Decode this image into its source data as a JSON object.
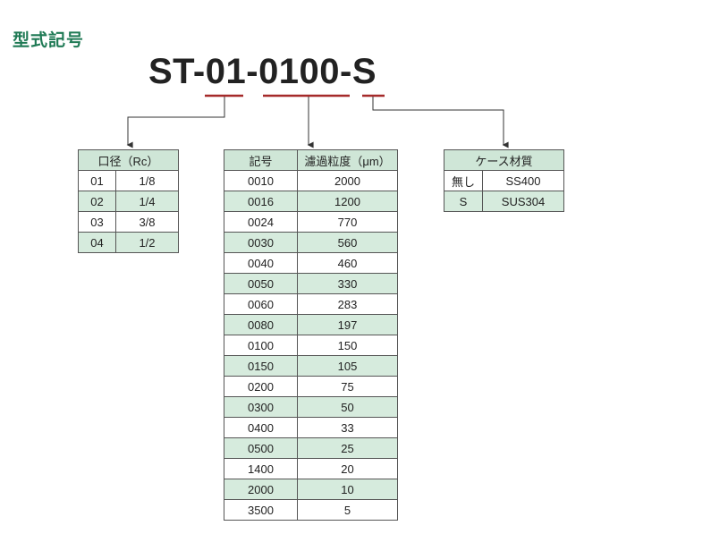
{
  "header": {
    "title": "型式記号"
  },
  "model": {
    "prefix": "ST-",
    "port_code": "01",
    "sep1": "-",
    "filter_code": "0100",
    "sep2": "-",
    "material_code": "S"
  },
  "colors": {
    "accent_green": "#1f7a55",
    "underline_red": "#a52a2a",
    "row_green": "#d6ebdd"
  },
  "port_size_table": {
    "header": "口径（Rc）",
    "rows": [
      [
        "01",
        "1/8"
      ],
      [
        "02",
        "1/4"
      ],
      [
        "03",
        "3/8"
      ],
      [
        "04",
        "1/2"
      ]
    ]
  },
  "filtration_table": {
    "headers": [
      "記号",
      "濾過粒度（μm）"
    ],
    "rows": [
      [
        "0010",
        "2000"
      ],
      [
        "0016",
        "1200"
      ],
      [
        "0024",
        "770"
      ],
      [
        "0030",
        "560"
      ],
      [
        "0040",
        "460"
      ],
      [
        "0050",
        "330"
      ],
      [
        "0060",
        "283"
      ],
      [
        "0080",
        "197"
      ],
      [
        "0100",
        "150"
      ],
      [
        "0150",
        "105"
      ],
      [
        "0200",
        "75"
      ],
      [
        "0300",
        "50"
      ],
      [
        "0400",
        "33"
      ],
      [
        "0500",
        "25"
      ],
      [
        "1400",
        "20"
      ],
      [
        "2000",
        "10"
      ],
      [
        "3500",
        "5"
      ]
    ]
  },
  "material_table": {
    "header": "ケース材質",
    "rows": [
      [
        "無し",
        "SS400"
      ],
      [
        "S",
        "SUS304"
      ]
    ]
  }
}
